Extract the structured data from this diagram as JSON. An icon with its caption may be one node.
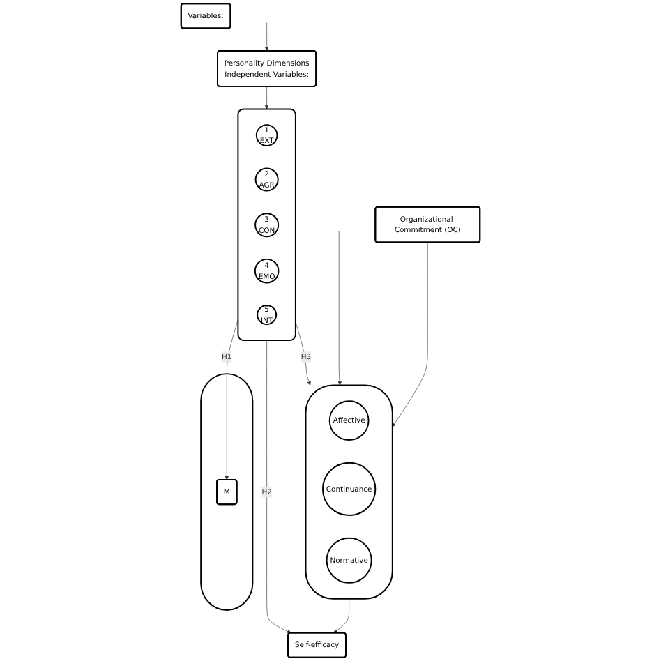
{
  "diagram": {
    "nodes": [
      {
        "text": [
          "Personality Dimensions",
          "Independent Variables:"
        ]
      },
      {
        "text": [],
        "shape": "box"
      },
      {
        "text": [
          "1",
          "EXT"
        ],
        "in": 1
      },
      {
        "text": [
          "2",
          "AGR"
        ],
        "in": 1
      },
      {
        "text": [
          "3",
          "CON"
        ],
        "in": 1
      },
      {
        "text": [
          "4",
          "EMO"
        ],
        "in": 1
      },
      {
        "text": [
          "5",
          "INT"
        ],
        "in": 1
      },
      {
        "text": [
          "Variables:"
        ]
      },
      {
        "text": [],
        "shape": "ellipse"
      },
      {
        "text": [
          "Affective"
        ],
        "in": 8
      },
      {
        "text": [
          "Continuance"
        ],
        "in": 8
      },
      {
        "text": [
          "Normative"
        ],
        "in": 8
      },
      {
        "text": [
          "Self-efficacy"
        ]
      },
      {
        "text": [],
        "shape": "ellipse"
      },
      {
        "text": [
          "M"
        ],
        "in": 13
      },
      {
        "text": [
          "Organizational Commitment (OC)"
        ]
      }
    ],
    "edges": [
      {
        "from": null,
        "to": 0,
        "arrow": "to"
      },
      {
        "from": 0,
        "to": 1,
        "arrow": "to"
      },
      {
        "from": 1,
        "to": 8,
        "arrow": "to",
        "label": "H3"
      },
      {
        "from": 1,
        "to": 12,
        "arrow": "to",
        "label": "H2"
      },
      {
        "from": 1,
        "to": 14,
        "arrow": "to",
        "label": "H1"
      },
      {
        "from": null,
        "to": 8,
        "arrow": "to"
      },
      {
        "from": 8,
        "to": 12,
        "arrow": "to"
      },
      {
        "from": 15,
        "to": 8,
        "arrow": "to"
      }
    ]
  }
}
